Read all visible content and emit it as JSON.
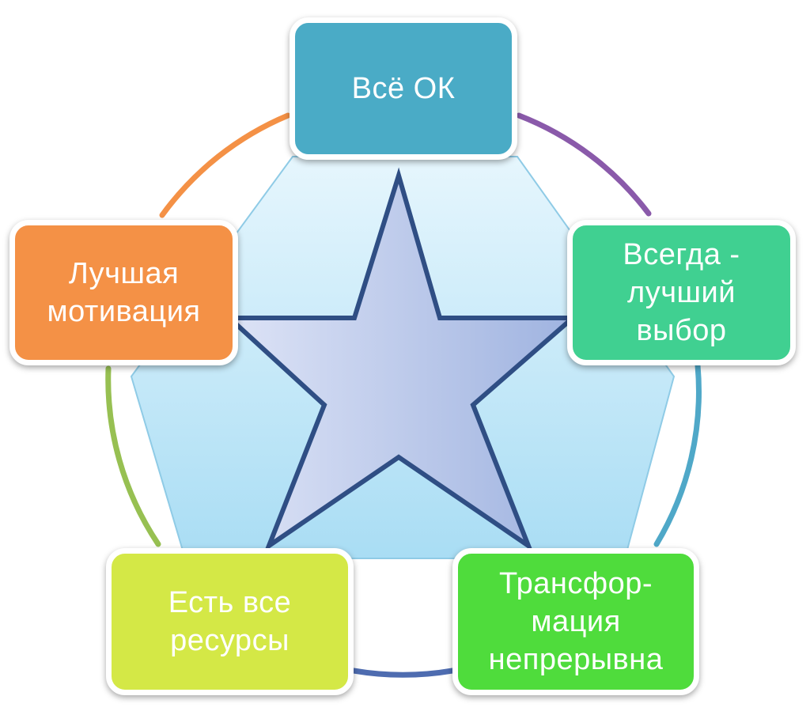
{
  "diagram": {
    "nodes": [
      {
        "id": "top",
        "label": "Всё ОК",
        "color": "#4AABC6"
      },
      {
        "id": "right",
        "label": "Всегда -\nлучший\nвыбор",
        "color": "#40D091"
      },
      {
        "id": "bright",
        "label": "Трансфор-\nмация\nнепрерывна",
        "color": "#4FDC3C"
      },
      {
        "id": "bleft",
        "label": "Есть все\nресурсы",
        "color": "#D4E846"
      },
      {
        "id": "left",
        "label": "Лучшая\nмотивация",
        "color": "#F49146"
      }
    ],
    "ring_colors": [
      "#8A5AAA",
      "#4FA8C8",
      "#4E6CB0",
      "#97C052",
      "#F49146"
    ],
    "pentagon_fill": "#BDE6F8",
    "star_fill": "#B6C4EA",
    "star_stroke": "#2F4E84"
  }
}
